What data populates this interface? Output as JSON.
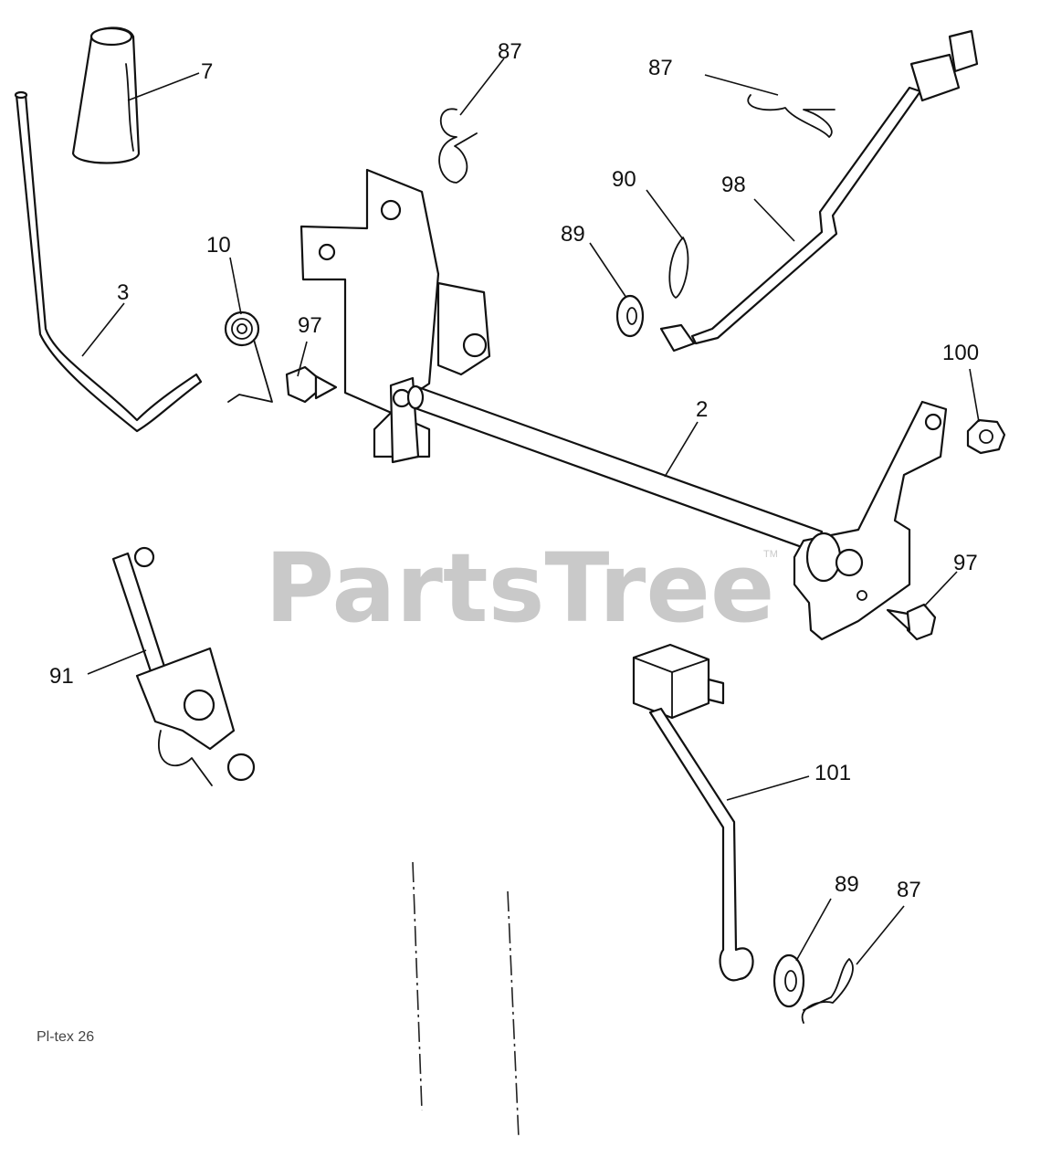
{
  "watermark": {
    "text": "PartsTree",
    "trademark": "TM"
  },
  "footer_code": "Pl-tex 26",
  "colors": {
    "line": "#111111",
    "watermark": "#c9c9c9",
    "background": "#ffffff"
  },
  "callouts": [
    {
      "id": "c-7",
      "label": "7"
    },
    {
      "id": "c-87-a",
      "label": "87"
    },
    {
      "id": "c-87-b",
      "label": "87"
    },
    {
      "id": "c-90",
      "label": "90"
    },
    {
      "id": "c-98",
      "label": "98"
    },
    {
      "id": "c-89-a",
      "label": "89"
    },
    {
      "id": "c-10",
      "label": "10"
    },
    {
      "id": "c-3",
      "label": "3"
    },
    {
      "id": "c-97-a",
      "label": "97"
    },
    {
      "id": "c-100",
      "label": "100"
    },
    {
      "id": "c-2",
      "label": "2"
    },
    {
      "id": "c-97-b",
      "label": "97"
    },
    {
      "id": "c-91",
      "label": "91"
    },
    {
      "id": "c-101",
      "label": "101"
    },
    {
      "id": "c-89-b",
      "label": "89"
    },
    {
      "id": "c-87-c",
      "label": "87"
    }
  ]
}
